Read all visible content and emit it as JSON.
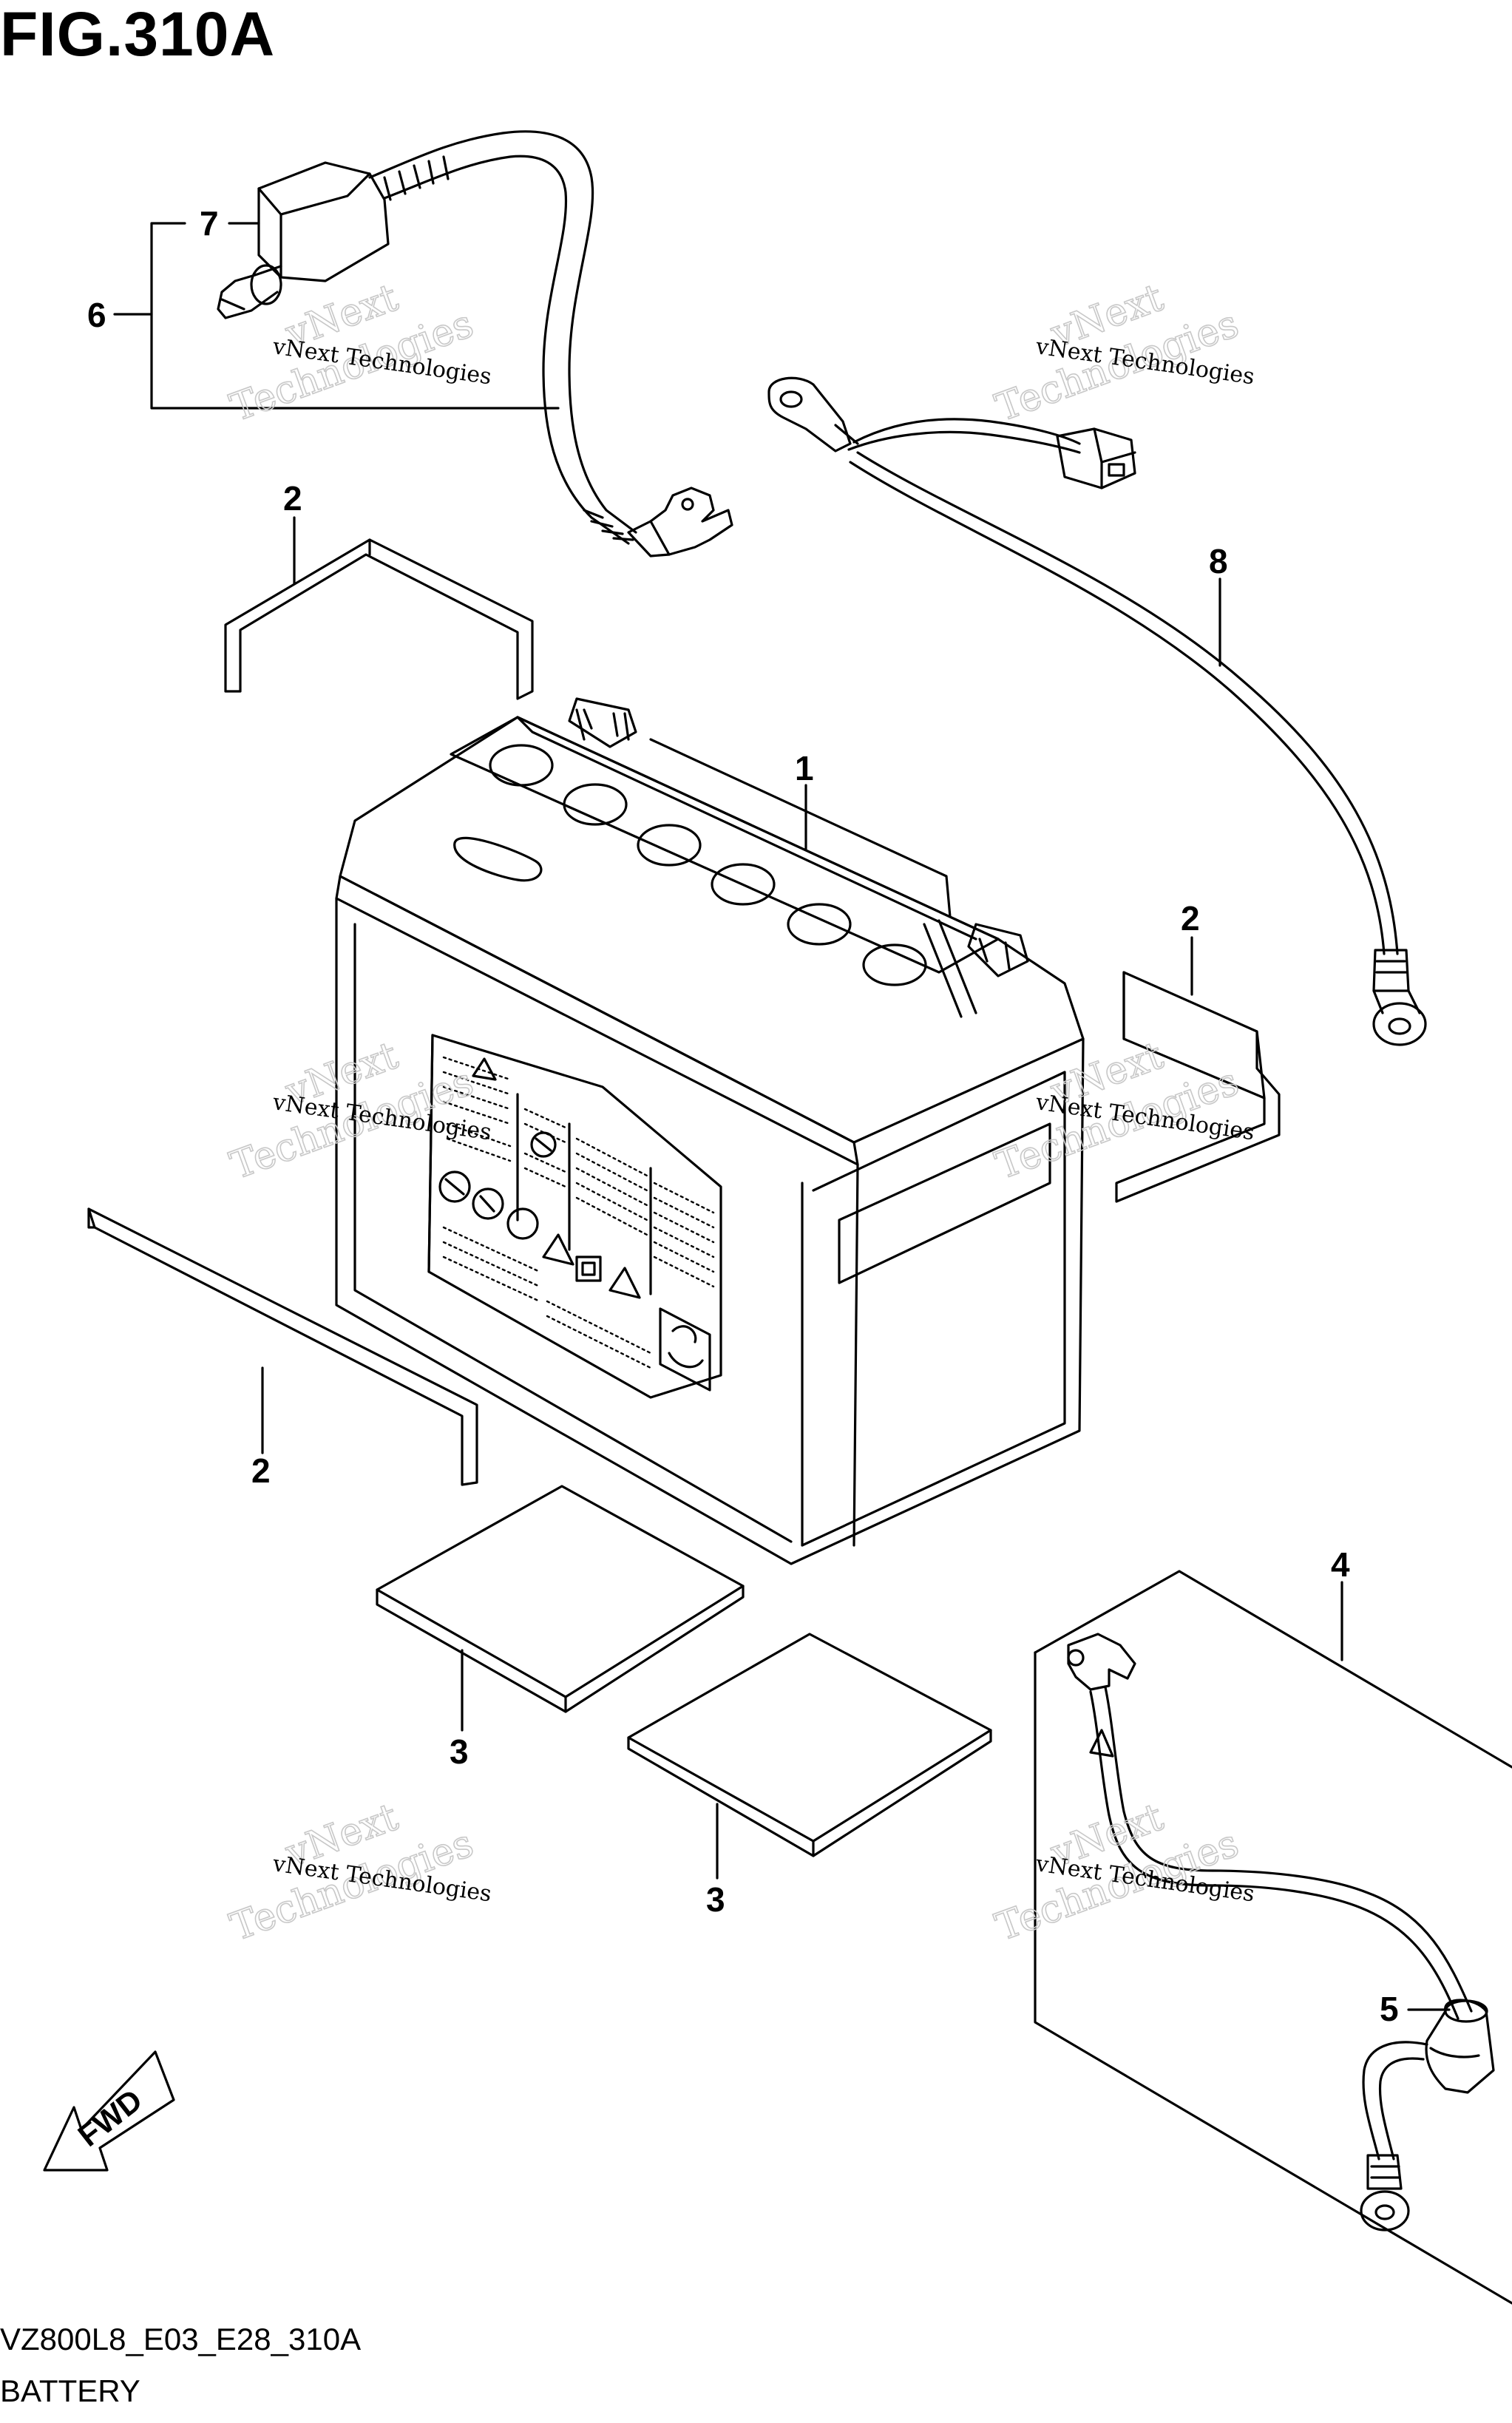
{
  "header": {
    "figure_title": "FIG.310A"
  },
  "footer": {
    "model_code": "VZ800L8_E03_E28_310A",
    "section_name": "BATTERY"
  },
  "callouts": {
    "battery": "1",
    "pad_upper_left": "2",
    "pad_right": "2",
    "pad_lower_left": "2",
    "pad_bottom_a": "3",
    "pad_bottom_b": "3",
    "cover": "4",
    "terminal_cap": "5",
    "starter_cable": "6",
    "terminal_cover": "7",
    "ground_lead": "8"
  },
  "direction_indicator": {
    "label": "FWD",
    "icon": "fwd-arrow-icon"
  },
  "watermark": {
    "line1": "vNext Technologies",
    "line2": "vNext",
    "line3": "Technologies"
  }
}
